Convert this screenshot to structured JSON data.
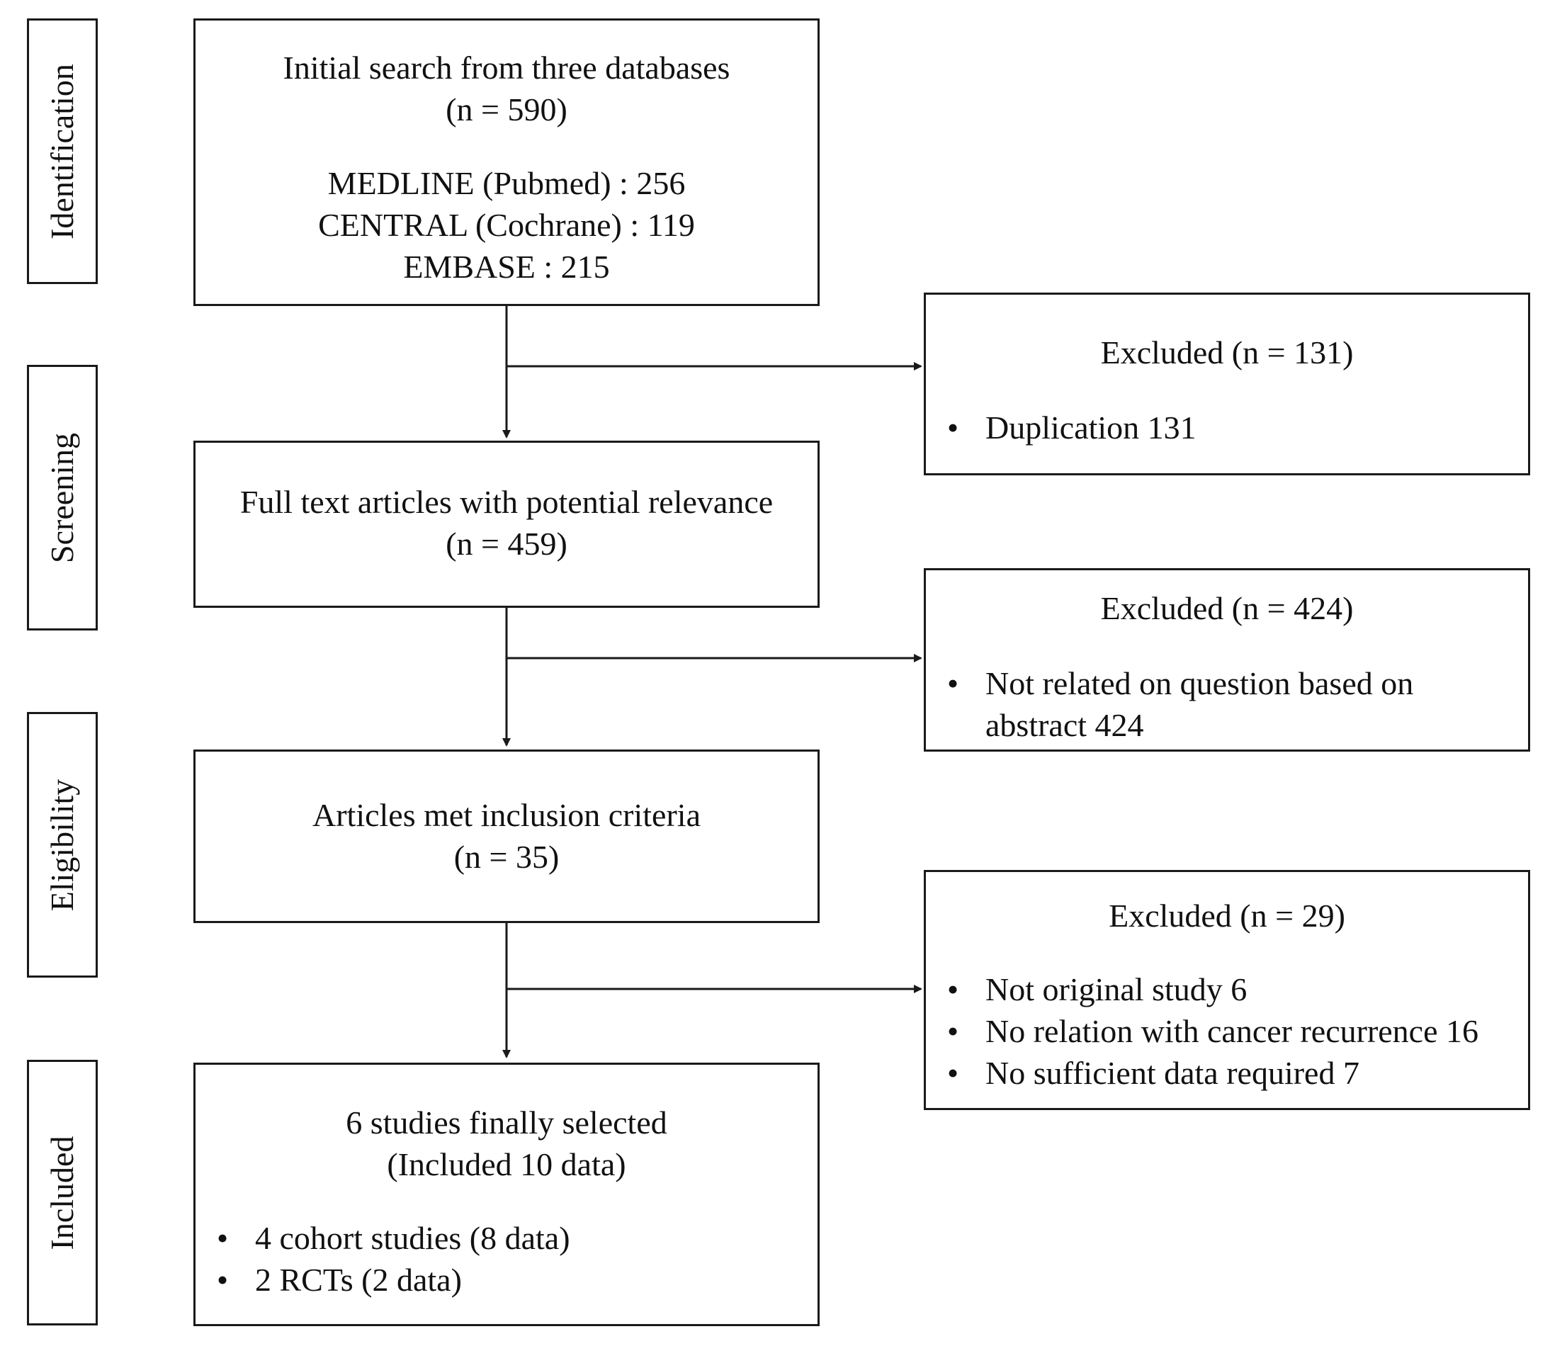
{
  "stages": [
    {
      "label": "Identification"
    },
    {
      "label": "Screening"
    },
    {
      "label": "Eligibility"
    },
    {
      "label": "Included"
    }
  ],
  "flow": {
    "initial": {
      "lines": [
        "Initial search from three databases",
        "(n = 590)"
      ],
      "sources": [
        "MEDLINE (Pubmed) : 256",
        "CENTRAL (Cochrane) : 119",
        "EMBASE : 215"
      ]
    },
    "fulltext": {
      "lines": [
        "Full text articles with potential relevance",
        "(n = 459)"
      ]
    },
    "eligible": {
      "lines": [
        "Articles met inclusion criteria",
        "(n = 35)"
      ]
    },
    "included": {
      "lines": [
        "6 studies finally selected",
        "(Included 10 data)"
      ],
      "bullets": [
        "4 cohort studies (8 data)",
        "2 RCTs (2 data)"
      ]
    }
  },
  "excluded": [
    {
      "title": "Excluded (n = 131)",
      "bullets": [
        "Duplication 131"
      ]
    },
    {
      "title": "Excluded (n = 424)",
      "bullets": [
        "Not related on question based on abstract 424"
      ]
    },
    {
      "title": "Excluded (n = 29)",
      "bullets": [
        "Not original study 6",
        "No relation with cancer recurrence 16",
        "No sufficient data required 7"
      ]
    }
  ],
  "colors": {
    "stroke": "#1a1a1a",
    "text": "#111111",
    "background": "#ffffff"
  }
}
